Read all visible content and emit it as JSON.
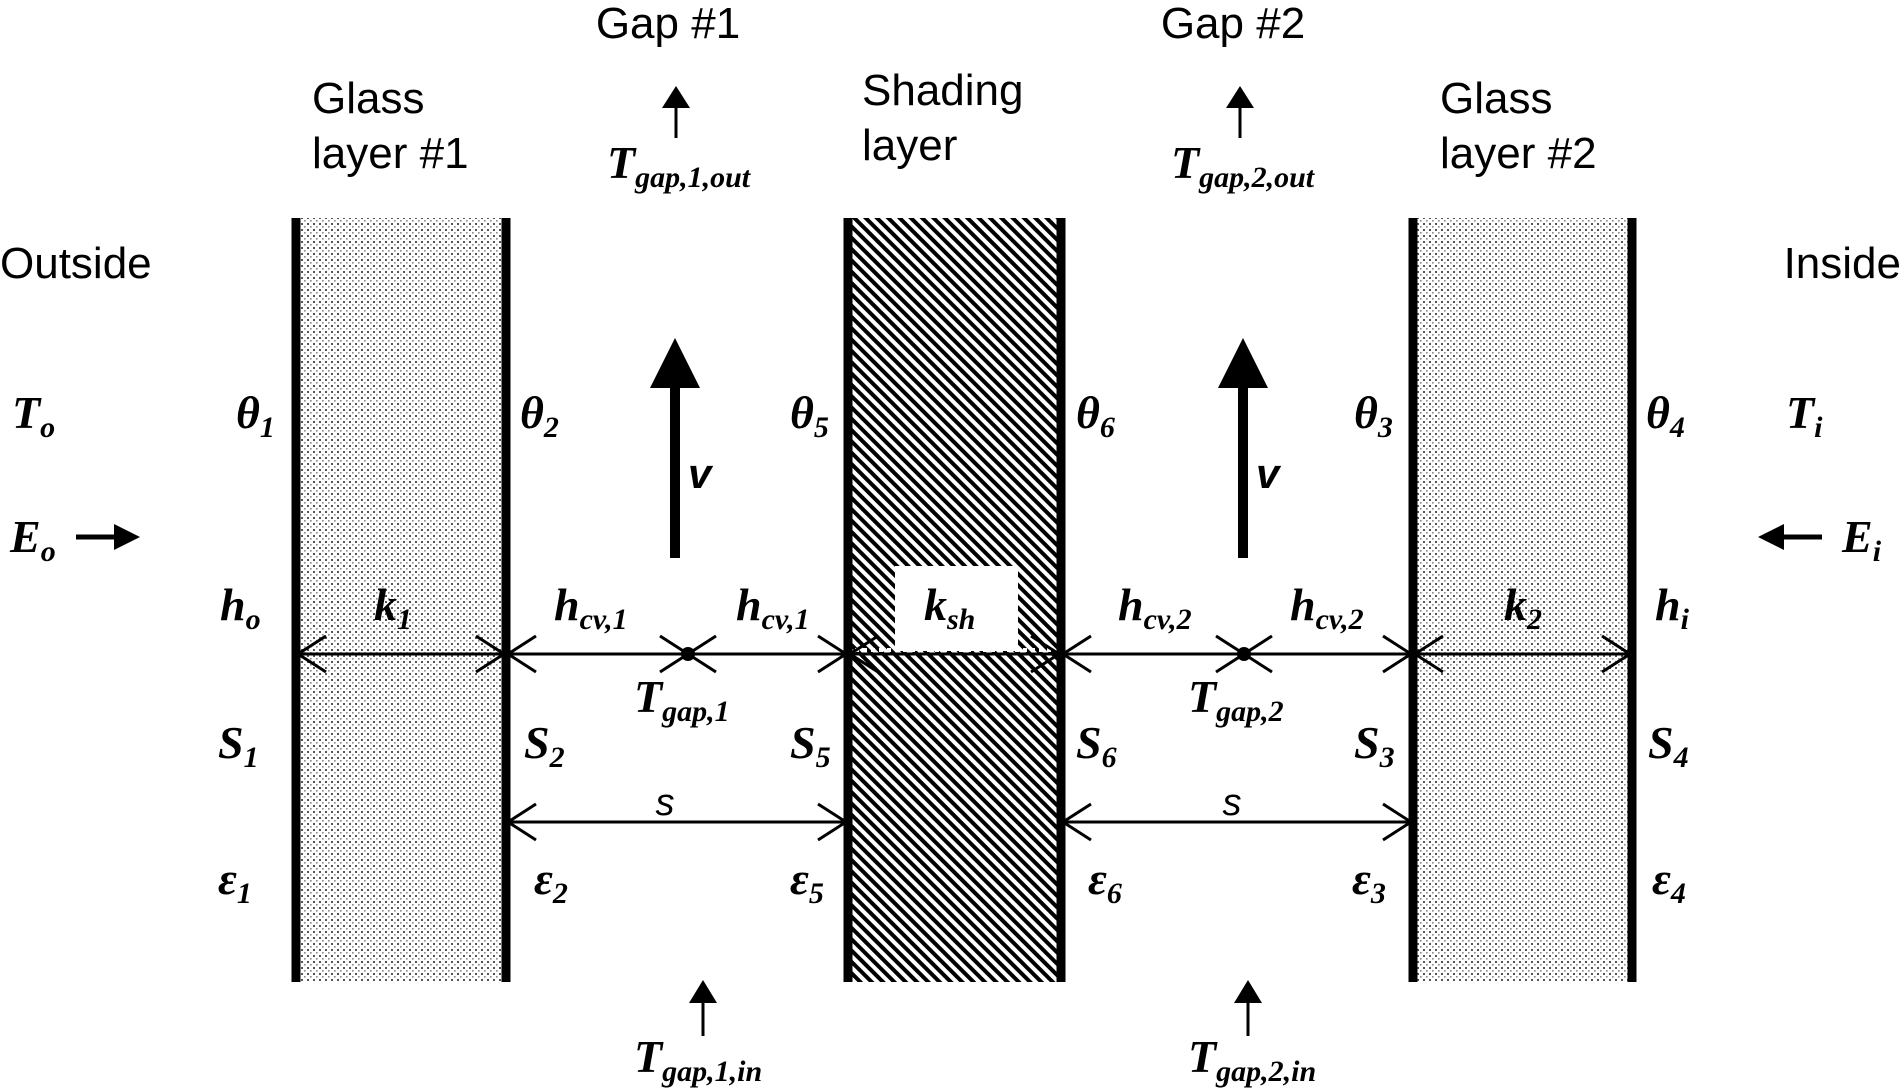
{
  "regions": {
    "outside": "Outside",
    "inside": "Inside",
    "gap1": "Gap #1",
    "gap2": "Gap #2",
    "glass1": [
      "Glass",
      "layer #1"
    ],
    "shading": [
      "Shading",
      "layer"
    ],
    "glass2": [
      "Glass",
      "layer #2"
    ]
  },
  "symbols": {
    "T_o": {
      "main": "T",
      "sub": "o"
    },
    "T_i": {
      "main": "T",
      "sub": "i"
    },
    "E_o": {
      "main": "E",
      "sub": "o"
    },
    "E_i": {
      "main": "E",
      "sub": "i"
    },
    "h_o": {
      "main": "h",
      "sub": "o"
    },
    "h_i": {
      "main": "h",
      "sub": "i"
    },
    "k_1": {
      "main": "k",
      "sub": "1"
    },
    "k_2": {
      "main": "k",
      "sub": "2"
    },
    "k_sh": {
      "main": "k",
      "sub": "sh"
    },
    "h_cv1_a": {
      "main": "h",
      "sub": "cv,1"
    },
    "h_cv1_b": {
      "main": "h",
      "sub": "cv,1"
    },
    "h_cv2_a": {
      "main": "h",
      "sub": "cv,2"
    },
    "h_cv2_b": {
      "main": "h",
      "sub": "cv,2"
    },
    "T_gap1": {
      "main": "T",
      "sub": "gap,1"
    },
    "T_gap2": {
      "main": "T",
      "sub": "gap,2"
    },
    "T_gap1_out": {
      "main": "T",
      "sub": "gap,1,out"
    },
    "T_gap2_out": {
      "main": "T",
      "sub": "gap,2,out"
    },
    "T_gap1_in": {
      "main": "T",
      "sub": "gap,1,in"
    },
    "T_gap2_in": {
      "main": "T",
      "sub": "gap,2,in"
    },
    "theta1": {
      "main": "θ",
      "sub": "1"
    },
    "theta2": {
      "main": "θ",
      "sub": "2"
    },
    "theta5": {
      "main": "θ",
      "sub": "5"
    },
    "theta6": {
      "main": "θ",
      "sub": "6"
    },
    "theta3": {
      "main": "θ",
      "sub": "3"
    },
    "theta4": {
      "main": "θ",
      "sub": "4"
    },
    "S1": {
      "main": "S",
      "sub": "1"
    },
    "S2": {
      "main": "S",
      "sub": "2"
    },
    "S5": {
      "main": "S",
      "sub": "5"
    },
    "S6": {
      "main": "S",
      "sub": "6"
    },
    "S3": {
      "main": "S",
      "sub": "3"
    },
    "S4": {
      "main": "S",
      "sub": "4"
    },
    "eps1": {
      "main": "ε",
      "sub": "1"
    },
    "eps2": {
      "main": "ε",
      "sub": "2"
    },
    "eps5": {
      "main": "ε",
      "sub": "5"
    },
    "eps6": {
      "main": "ε",
      "sub": "6"
    },
    "eps3": {
      "main": "ε",
      "sub": "3"
    },
    "eps4": {
      "main": "ε",
      "sub": "4"
    }
  },
  "velocity_label": "v",
  "spacing_label": "s"
}
